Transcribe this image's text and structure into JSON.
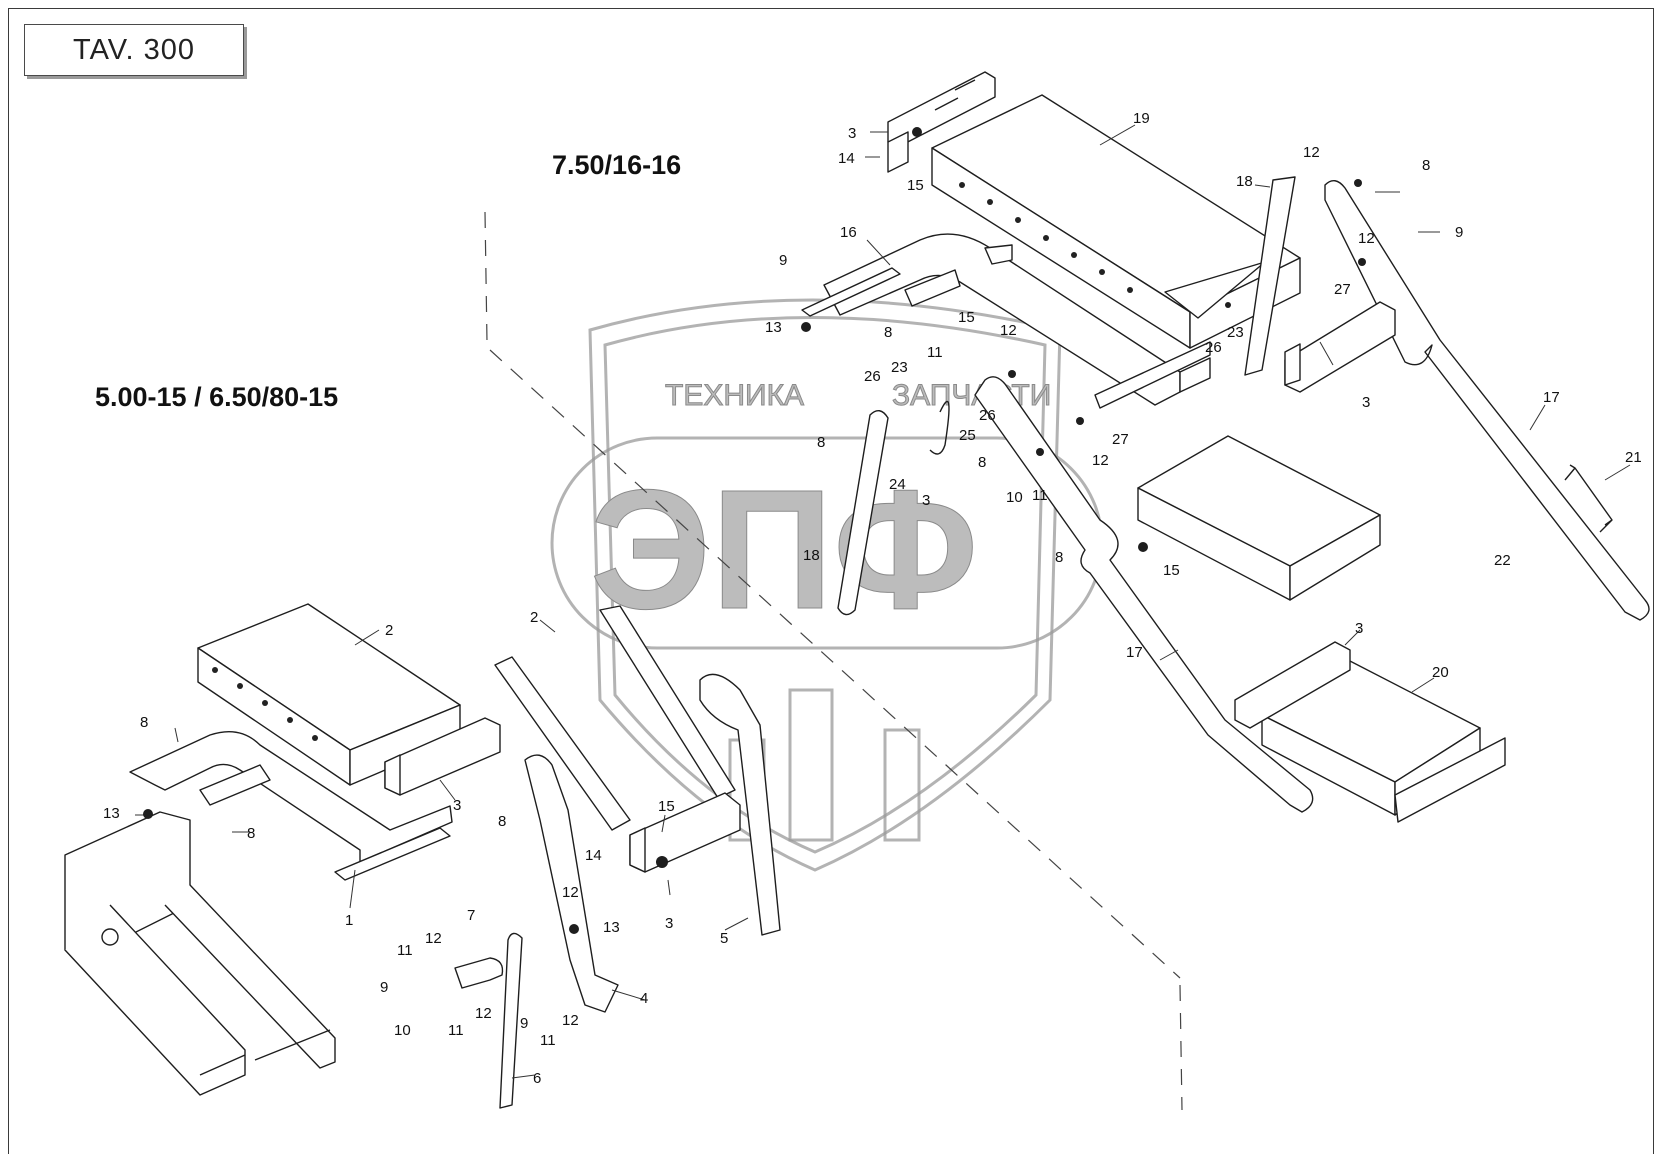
{
  "table_label": "TAV. 300",
  "variants": [
    "7.50/16-16",
    "5.00-15 / 6.50/80-15"
  ],
  "watermark": {
    "line1": "ТЕХНИКА",
    "line2": "ЗАПЧАСТИ",
    "logo": "ЭПФ"
  },
  "callouts": [
    {
      "id": "c1",
      "text": "1"
    },
    {
      "id": "c2a",
      "text": "2"
    },
    {
      "id": "c2b",
      "text": "2"
    },
    {
      "id": "c3a",
      "text": "3"
    },
    {
      "id": "c3b",
      "text": "3"
    },
    {
      "id": "c3c",
      "text": "3"
    },
    {
      "id": "c3d",
      "text": "3"
    },
    {
      "id": "c3e",
      "text": "3"
    },
    {
      "id": "c3f",
      "text": "3"
    },
    {
      "id": "c4",
      "text": "4"
    },
    {
      "id": "c5",
      "text": "5"
    },
    {
      "id": "c6",
      "text": "6"
    },
    {
      "id": "c7",
      "text": "7"
    },
    {
      "id": "c8a",
      "text": "8"
    },
    {
      "id": "c8b",
      "text": "8"
    },
    {
      "id": "c8c",
      "text": "8"
    },
    {
      "id": "c8d",
      "text": "8"
    },
    {
      "id": "c8e",
      "text": "8"
    },
    {
      "id": "c8f",
      "text": "8"
    },
    {
      "id": "c8g",
      "text": "8"
    },
    {
      "id": "c8h",
      "text": "8"
    },
    {
      "id": "c9a",
      "text": "9"
    },
    {
      "id": "c9b",
      "text": "9"
    },
    {
      "id": "c9c",
      "text": "9"
    },
    {
      "id": "c9d",
      "text": "9"
    },
    {
      "id": "c10a",
      "text": "10"
    },
    {
      "id": "c10b",
      "text": "10"
    },
    {
      "id": "c11a",
      "text": "11"
    },
    {
      "id": "c11b",
      "text": "11"
    },
    {
      "id": "c11c",
      "text": "11"
    },
    {
      "id": "c11d",
      "text": "11"
    },
    {
      "id": "c11e",
      "text": "11"
    },
    {
      "id": "c12a",
      "text": "12"
    },
    {
      "id": "c12b",
      "text": "12"
    },
    {
      "id": "c12c",
      "text": "12"
    },
    {
      "id": "c12d",
      "text": "12"
    },
    {
      "id": "c12e",
      "text": "12"
    },
    {
      "id": "c12f",
      "text": "12"
    },
    {
      "id": "c12g",
      "text": "12"
    },
    {
      "id": "c12h",
      "text": "12"
    },
    {
      "id": "c13a",
      "text": "13"
    },
    {
      "id": "c13b",
      "text": "13"
    },
    {
      "id": "c13c",
      "text": "13"
    },
    {
      "id": "c14a",
      "text": "14"
    },
    {
      "id": "c14b",
      "text": "14"
    },
    {
      "id": "c15a",
      "text": "15"
    },
    {
      "id": "c15b",
      "text": "15"
    },
    {
      "id": "c15c",
      "text": "15"
    },
    {
      "id": "c15d",
      "text": "15"
    },
    {
      "id": "c16",
      "text": "16"
    },
    {
      "id": "c17a",
      "text": "17"
    },
    {
      "id": "c17b",
      "text": "17"
    },
    {
      "id": "c18a",
      "text": "18"
    },
    {
      "id": "c18b",
      "text": "18"
    },
    {
      "id": "c19",
      "text": "19"
    },
    {
      "id": "c20",
      "text": "20"
    },
    {
      "id": "c21",
      "text": "21"
    },
    {
      "id": "c22",
      "text": "22"
    },
    {
      "id": "c23a",
      "text": "23"
    },
    {
      "id": "c23b",
      "text": "23"
    },
    {
      "id": "c24",
      "text": "24"
    },
    {
      "id": "c25",
      "text": "25"
    },
    {
      "id": "c26a",
      "text": "26"
    },
    {
      "id": "c26b",
      "text": "26"
    },
    {
      "id": "c26c",
      "text": "26"
    },
    {
      "id": "c27a",
      "text": "27"
    },
    {
      "id": "c27b",
      "text": "27"
    }
  ]
}
